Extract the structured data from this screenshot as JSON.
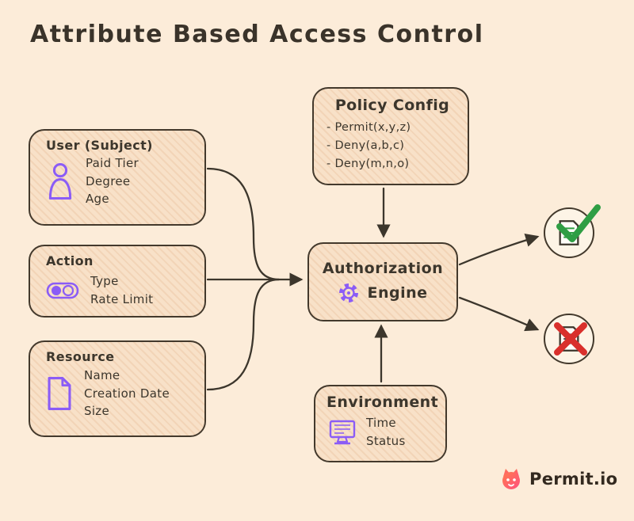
{
  "title": "Attribute Based Access Control",
  "nodes": {
    "user": {
      "title": "User (Subject)",
      "icon": "person-icon",
      "items": [
        "Paid Tier",
        "Degree",
        "Age"
      ]
    },
    "action": {
      "title": "Action",
      "icon": "toggle-icon",
      "items": [
        "Type",
        "Rate Limit"
      ]
    },
    "resource": {
      "title": "Resource",
      "icon": "document-icon",
      "items": [
        "Name",
        "Creation Date",
        "Size"
      ]
    },
    "policy_config": {
      "title": "Policy Config",
      "items": [
        "- Permit(x,y,z)",
        "- Deny(a,b,c)",
        "- Deny(m,n,o)"
      ]
    },
    "authorization_engine": {
      "title_line1": "Authorization",
      "title_line2": "Engine",
      "icon": "gear-icon"
    },
    "environment": {
      "title": "Environment",
      "icon": "computer-icon",
      "items": [
        "Time",
        "Status"
      ]
    }
  },
  "outcomes": {
    "allow": {
      "icon": "document-check-icon"
    },
    "deny": {
      "icon": "document-x-icon"
    }
  },
  "branding": {
    "logo_text": "Permit.io",
    "logo_icon": "permit-logo-icon"
  },
  "colors": {
    "background": "#fcecd9",
    "node_fill": "#f8e1c8",
    "ink": "#3c362c",
    "accent_purple": "#8b5cf6",
    "success_green": "#2f9e44",
    "error_red": "#d9302c",
    "logo_orange": "#ff7a4f",
    "logo_pink": "#ff4f7e"
  }
}
